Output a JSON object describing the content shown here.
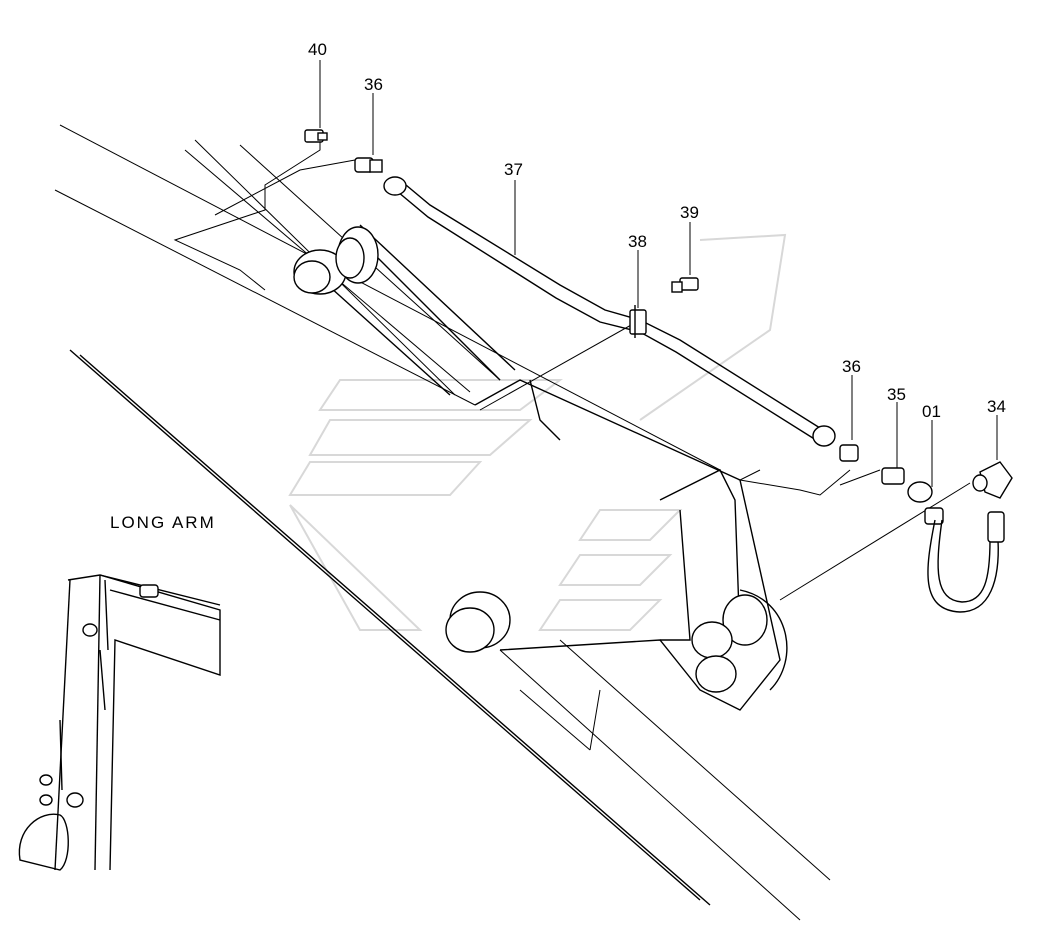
{
  "caption": "LONG ARM",
  "part_labels": [
    {
      "id": "p40",
      "text": "40"
    },
    {
      "id": "p36a",
      "text": "36"
    },
    {
      "id": "p37",
      "text": "37"
    },
    {
      "id": "p39",
      "text": "39"
    },
    {
      "id": "p38",
      "text": "38"
    },
    {
      "id": "p36b",
      "text": "36"
    },
    {
      "id": "p35",
      "text": "35"
    },
    {
      "id": "p01",
      "text": "01"
    },
    {
      "id": "p34",
      "text": "34"
    }
  ],
  "colors": {
    "line": "#000000",
    "background": "#ffffff",
    "watermark": "#d8d8d8"
  }
}
